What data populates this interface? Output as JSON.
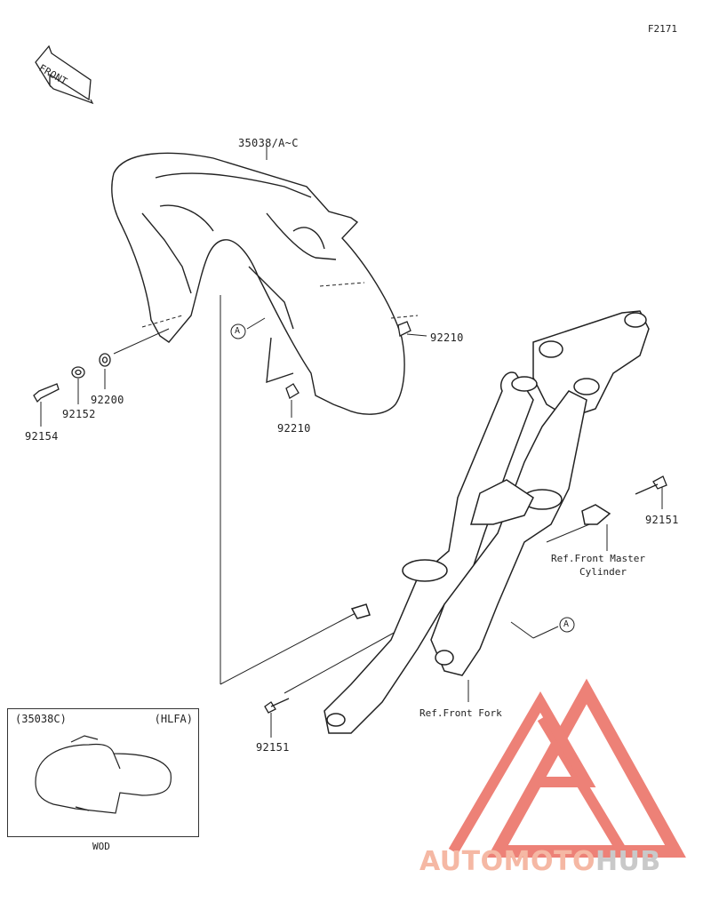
{
  "figure_code": "F2171",
  "front_arrow_label": "FRONT",
  "parts": {
    "fender": "35038/A~C",
    "bracket_nut_right": "92210",
    "bracket_nut_left": "92210",
    "washer": "92200",
    "collar": "92152",
    "bolt_left": "92154",
    "bolt_top": "92151",
    "bolt_bottom": "92151"
  },
  "ref_labels": {
    "master_cylinder_line1": "Ref.Front Master",
    "master_cylinder_line2": "Cylinder",
    "front_fork": "Ref.Front Fork"
  },
  "callouts": {
    "a_upper": "A",
    "a_lower": "A"
  },
  "inset": {
    "part_code": "(35038C)",
    "region": "(HLFA)",
    "color_code": "WOD"
  },
  "watermark": {
    "part1": "AUTOMOTO",
    "part2": "HUB",
    "color_red": "#e8574a",
    "color_orange": "#f5b8a4",
    "color_grey": "#c9c9c9"
  }
}
